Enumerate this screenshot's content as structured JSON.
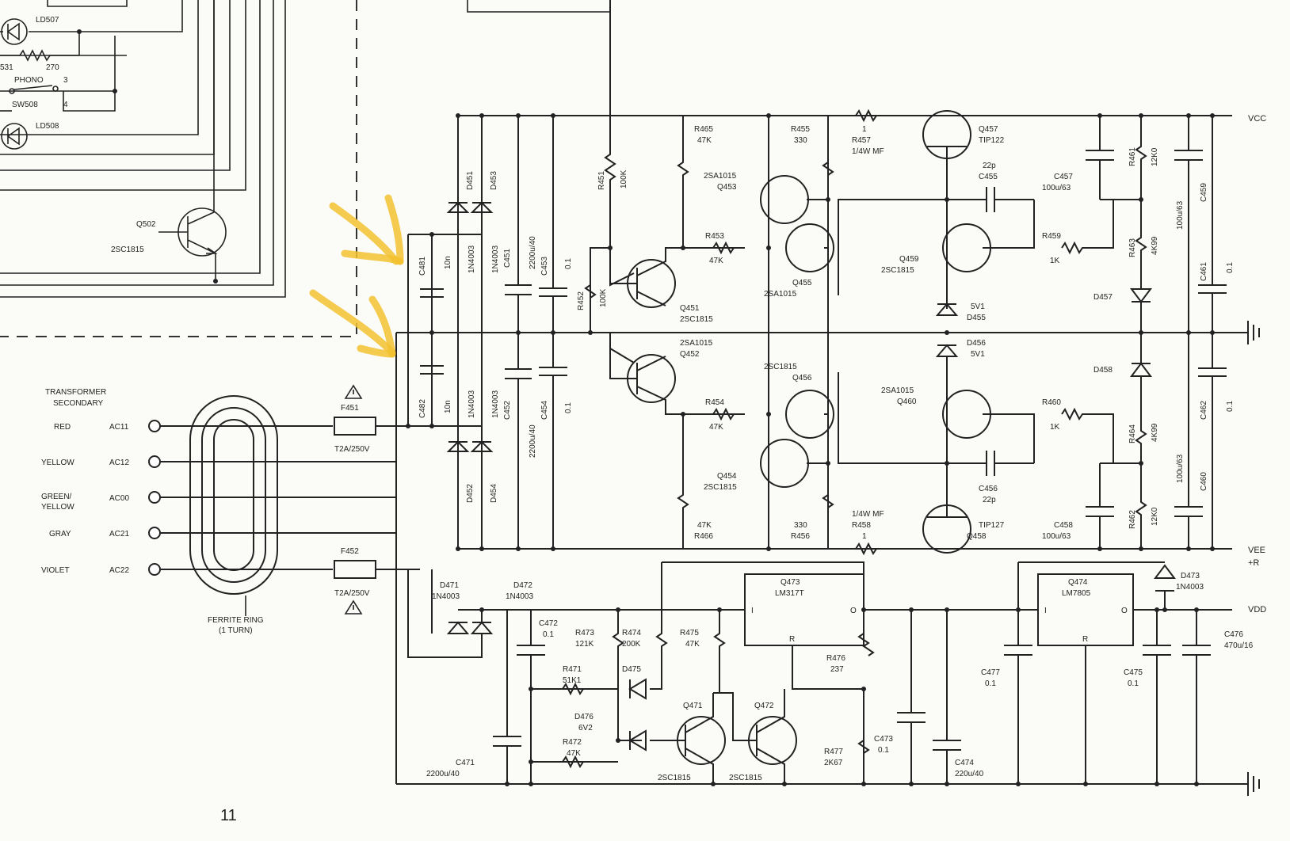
{
  "title": "",
  "page_number": "11",
  "transformer": {
    "header_line1": "TRANSFORMER",
    "header_line2": "SECONDARY",
    "wires": [
      {
        "color": "RED",
        "terminal": "AC11"
      },
      {
        "color": "YELLOW",
        "terminal": "AC12"
      },
      {
        "color_line1": "GREEN/",
        "color_line2": "YELLOW",
        "terminal": "AC00"
      },
      {
        "color": "GRAY",
        "terminal": "AC21"
      },
      {
        "color": "VIOLET",
        "terminal": "AC22"
      }
    ],
    "ferrite_line1": "FERRITE RING",
    "ferrite_line2": "(1 TURN)"
  },
  "fuses": [
    {
      "ref": "F451",
      "rating": "T2A/250V"
    },
    {
      "ref": "F452",
      "rating": "T2A/250V"
    }
  ],
  "rails": {
    "vcc": "VCC",
    "vee": "VEE",
    "plus_r": "+R",
    "vdd": "VDD"
  },
  "top_left": {
    "ld507": "LD507",
    "ld508": "LD508",
    "n531": "531",
    "n270": "270",
    "phono": "PHONO",
    "n3": "3",
    "n4": "4",
    "sw508": "SW508",
    "q502": "Q502",
    "q502_type": "2SC1815"
  },
  "components": {
    "c481": "C481",
    "c481_v": "10n",
    "c482": "C482",
    "c482_v": "10n",
    "d451": "D451",
    "d451_v": "1N4003",
    "d453": "D453",
    "d453_v": "1N4003",
    "d452": "D452",
    "d452_v": "1N4003",
    "d454": "D454",
    "d454_v": "1N4003",
    "c451": "C451",
    "c451_v": "2200u/40",
    "c452": "C452",
    "c452_v": "2200u/40",
    "c453": "C453",
    "c453_v": "0.1",
    "c454": "C454",
    "c454_v": "0.1",
    "r451": "R451",
    "r451_v": "100K",
    "r452": "R452",
    "r452_v": "100K",
    "r465": "R465",
    "r465_v": "47K",
    "r466": "R466",
    "r466_v": "47K",
    "r455": "R455",
    "r455_v": "330",
    "r456": "R456",
    "r456_v": "330",
    "r457": "R457",
    "r457_v": "1",
    "r457_t": "1/4W MF",
    "r458": "R458",
    "r458_v": "1",
    "r458_t": "1/4W MF",
    "q451": "Q451",
    "q451_t": "2SC1815",
    "q452": "Q452",
    "q452_t": "2SA1015",
    "q453": "Q453",
    "q453_t": "2SA1015",
    "q454": "Q454",
    "q454_t": "2SC1815",
    "q455": "Q455",
    "q455_t": "2SA1015",
    "q456": "Q456",
    "q456_t": "2SC1815",
    "q457": "Q457",
    "q457_t": "TIP122",
    "q458": "Q458",
    "q458_t": "TIP127",
    "q459": "Q459",
    "q459_t": "2SC1815",
    "q460": "Q460",
    "q460_t": "2SA1015",
    "r453": "R453",
    "r453_v": "47K",
    "r454": "R454",
    "r454_v": "47K",
    "c455": "C455",
    "c455_v": "22p",
    "c456": "C456",
    "c456_v": "22p",
    "d455": "D455",
    "d455_v": "5V1",
    "d456": "D456",
    "d456_v": "5V1",
    "r459": "R459",
    "r459_v": "1K",
    "r460": "R460",
    "r460_v": "1K",
    "c457": "C457",
    "c457_v": "100u/63",
    "c458": "C458",
    "c458_v": "100u/63",
    "r461": "R461",
    "r461_v": "12K0",
    "r462": "R462",
    "r462_v": "12K0",
    "r463": "R463",
    "r463_v": "4K99",
    "r464": "R464",
    "r464_v": "4K99",
    "d457": "D457",
    "d458": "D458",
    "c459": "C459",
    "c459_v": "100u/63",
    "c460": "C460",
    "c460_v": "100u/63",
    "c461": "C461",
    "c461_v": "0.1",
    "c462": "C462",
    "c462_v": "0.1",
    "d471": "D471",
    "d471_v": "1N4003",
    "d472": "D472",
    "d472_v": "1N4003",
    "d473": "D473",
    "d473_v": "1N4003",
    "c471": "C471",
    "c471_v": "2200u/40",
    "c472": "C472",
    "c472_v": "0.1",
    "c473": "C473",
    "c473_v": "0.1",
    "c474": "C474",
    "c474_v": "220u/40",
    "c475": "C475",
    "c475_v": "0.1",
    "c476": "C476",
    "c476_v": "470u/16",
    "c477": "C477",
    "c477_v": "0.1",
    "r471": "R471",
    "r471_v": "51K1",
    "r472": "R472",
    "r472_v": "47K",
    "r473": "R473",
    "r473_v": "121K",
    "r474": "R474",
    "r474_v": "200K",
    "r475": "R475",
    "r475_v": "47K",
    "r476": "R476",
    "r476_v": "237",
    "r477": "R477",
    "r477_v": "2K67",
    "d475": "D475",
    "d476": "D476",
    "d476_v": "6V2",
    "q471": "Q471",
    "q471_t": "2SC1815",
    "q472": "Q472",
    "q472_t": "2SC1815",
    "q473": "Q473",
    "q473_t": "LM317T",
    "q474": "Q474",
    "q474_t": "LM7805",
    "reg_i": "I",
    "reg_o": "O",
    "reg_r": "R"
  }
}
